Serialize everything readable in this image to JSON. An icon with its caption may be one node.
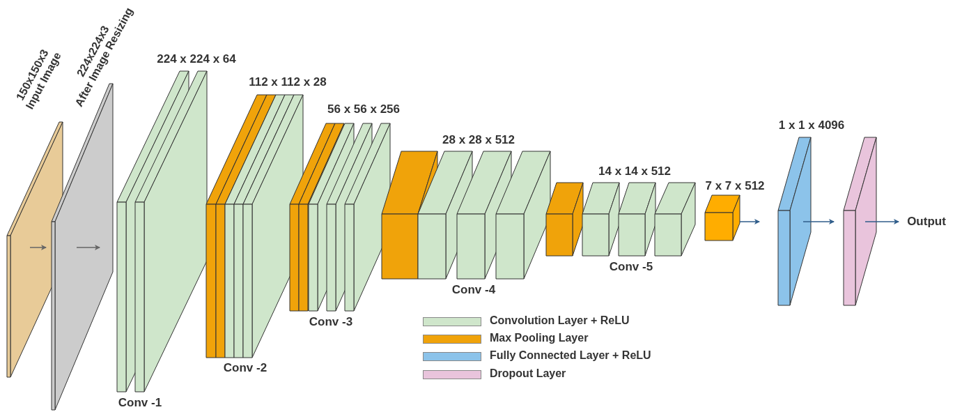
{
  "diagram": {
    "nodes": [
      {
        "text": [
          "150x150x3",
          "Input Image"
        ]
      },
      {
        "text": [
          "224x224x3",
          "After Image Resizing"
        ]
      },
      {
        "text": [
          "224 x 224 x 64"
        ],
        "beside": [
          "Conv -1"
        ]
      },
      {
        "text": [
          "112 x 112 x 28"
        ],
        "beside": [
          "Conv -2"
        ]
      },
      {
        "text": [
          "56 x 56 x 256"
        ],
        "beside": [
          "Conv -3"
        ]
      },
      {
        "text": [
          "28 x 28 x 512"
        ],
        "beside": [
          "Conv -4"
        ]
      },
      {
        "text": [
          "14 x 14 x 512"
        ],
        "beside": [
          "Conv -5"
        ]
      },
      {
        "text": [
          "7 x 7 x 512"
        ]
      },
      {
        "text": [
          "1 x 1 x 4096"
        ]
      },
      {
        "text": [],
        "shape": "box"
      },
      {
        "text": [
          "Output"
        ]
      }
    ],
    "edges": [
      {
        "from": 0,
        "to": 1,
        "arrow": "to",
        "color": "#666666"
      },
      {
        "from": 1,
        "to": 2,
        "arrow": "to",
        "color": "#666666"
      },
      {
        "from": 7,
        "to": 8,
        "arrow": "to"
      },
      {
        "from": 8,
        "to": 9,
        "arrow": "to"
      },
      {
        "from": 9,
        "to": 10,
        "arrow": "to"
      }
    ],
    "legend": [
      {
        "text": "Convolution Layer + ReLU",
        "color": "#cfe6cb"
      },
      {
        "text": "Max Pooling Layer",
        "color": "#f0a30a"
      },
      {
        "text": "Fully Connected Layer + ReLU",
        "color": "#8cc3ea"
      },
      {
        "text": "Dropout Layer",
        "color": "#e9c4dc"
      }
    ]
  }
}
